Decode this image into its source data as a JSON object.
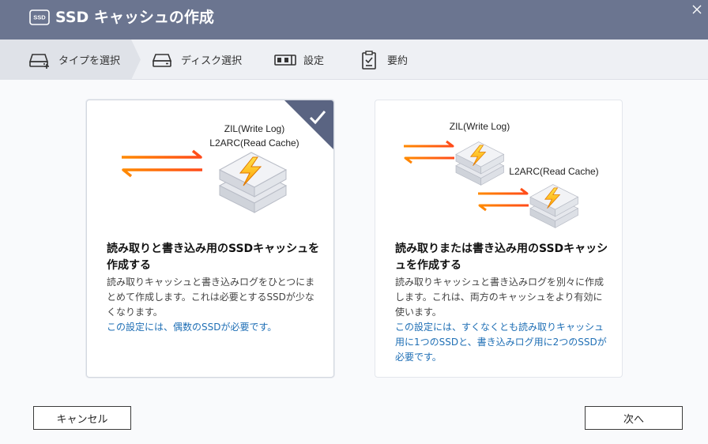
{
  "window": {
    "title": "SSD キャッシュの作成",
    "icon_text": "SSD"
  },
  "steps": [
    {
      "label": "タイプを選択",
      "icon": "ssd-add-icon",
      "active": true
    },
    {
      "label": "ディスク選択",
      "icon": "disk-icon",
      "active": false
    },
    {
      "label": "設定",
      "icon": "settings-bar-icon",
      "active": false
    },
    {
      "label": "要約",
      "icon": "clipboard-icon",
      "active": false
    }
  ],
  "cards": [
    {
      "selected": true,
      "label_top": "ZIL(Write Log)",
      "label_top2": "L2ARC(Read Cache)",
      "heading": "読み取りと書き込み用のSSDキャッシュを作成する",
      "desc": "読み取りキャッシュと書き込みログをひとつにまとめて作成します。これは必要とするSSDが少なくなります。",
      "note": "この設定には、偶数のSSDが必要です。"
    },
    {
      "selected": false,
      "label_top": "ZIL(Write Log)",
      "label_bottom": "L2ARC(Read Cache)",
      "heading": "読み取りまたは書き込み用のSSDキャッシュを作成する",
      "desc": "読み取りキャッシュと書き込みログを別々に作成します。これは、両方のキャッシュをより有効に使います。",
      "note": "この設定には、すくなくとも読み取りキャッシュ用に1つのSSDと、書き込みログ用に2つのSSDが必要です。"
    }
  ],
  "buttons": {
    "cancel": "キャンセル",
    "next": "次へ"
  },
  "colors": {
    "titlebar": "#6b7590",
    "accent_corner": "#5a6482",
    "note_text": "#1f6fb5",
    "arrow_orange": "#ff6a1a",
    "bolt_yellow": "#ffcc00"
  }
}
